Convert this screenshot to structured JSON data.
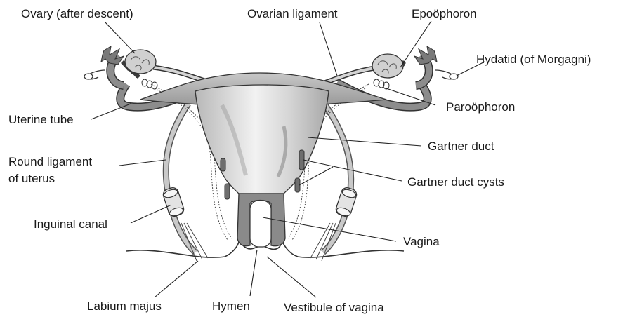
{
  "labels": {
    "ovary": "Ovary (after descent)",
    "ovarian_ligament": "Ovarian ligament",
    "epoophoron": "Epoöphoron",
    "hydatid": "Hydatid (of Morgagni)",
    "uterine_tube": "Uterine tube",
    "paroophoron": "Paroöphoron",
    "gartner_duct": "Gartner duct",
    "round_ligament_1": "Round ligament",
    "round_ligament_2": "of uterus",
    "gartner_cysts": "Gartner duct cysts",
    "inguinal_canal": "Inguinal canal",
    "vagina": "Vagina",
    "labium_majus": "Labium majus",
    "hymen": "Hymen",
    "vestibule": "Vestibule of vagina"
  }
}
